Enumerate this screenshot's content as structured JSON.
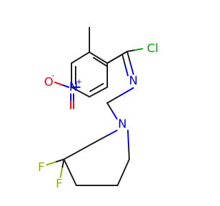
{
  "molecule": {
    "atoms": {
      "chlorine": "Cl",
      "pyridine_nitrogen": "N",
      "nitro_nitrogen": "N",
      "nitro_nitrogen_charge": "+",
      "nitro_oxygen": "O",
      "nitro_oxygen_charge": "-",
      "pyrrolidine_nitrogen": "N",
      "fluorine_1": "F",
      "fluorine_2": "F"
    },
    "colors": {
      "bond": "#1a1a1a",
      "carbon": "#1a1a1a",
      "nitrogen": "#0000ff",
      "oxygen": "#ff0000",
      "chlorine": "#00aa00",
      "fluorine": "#8fb000"
    }
  }
}
